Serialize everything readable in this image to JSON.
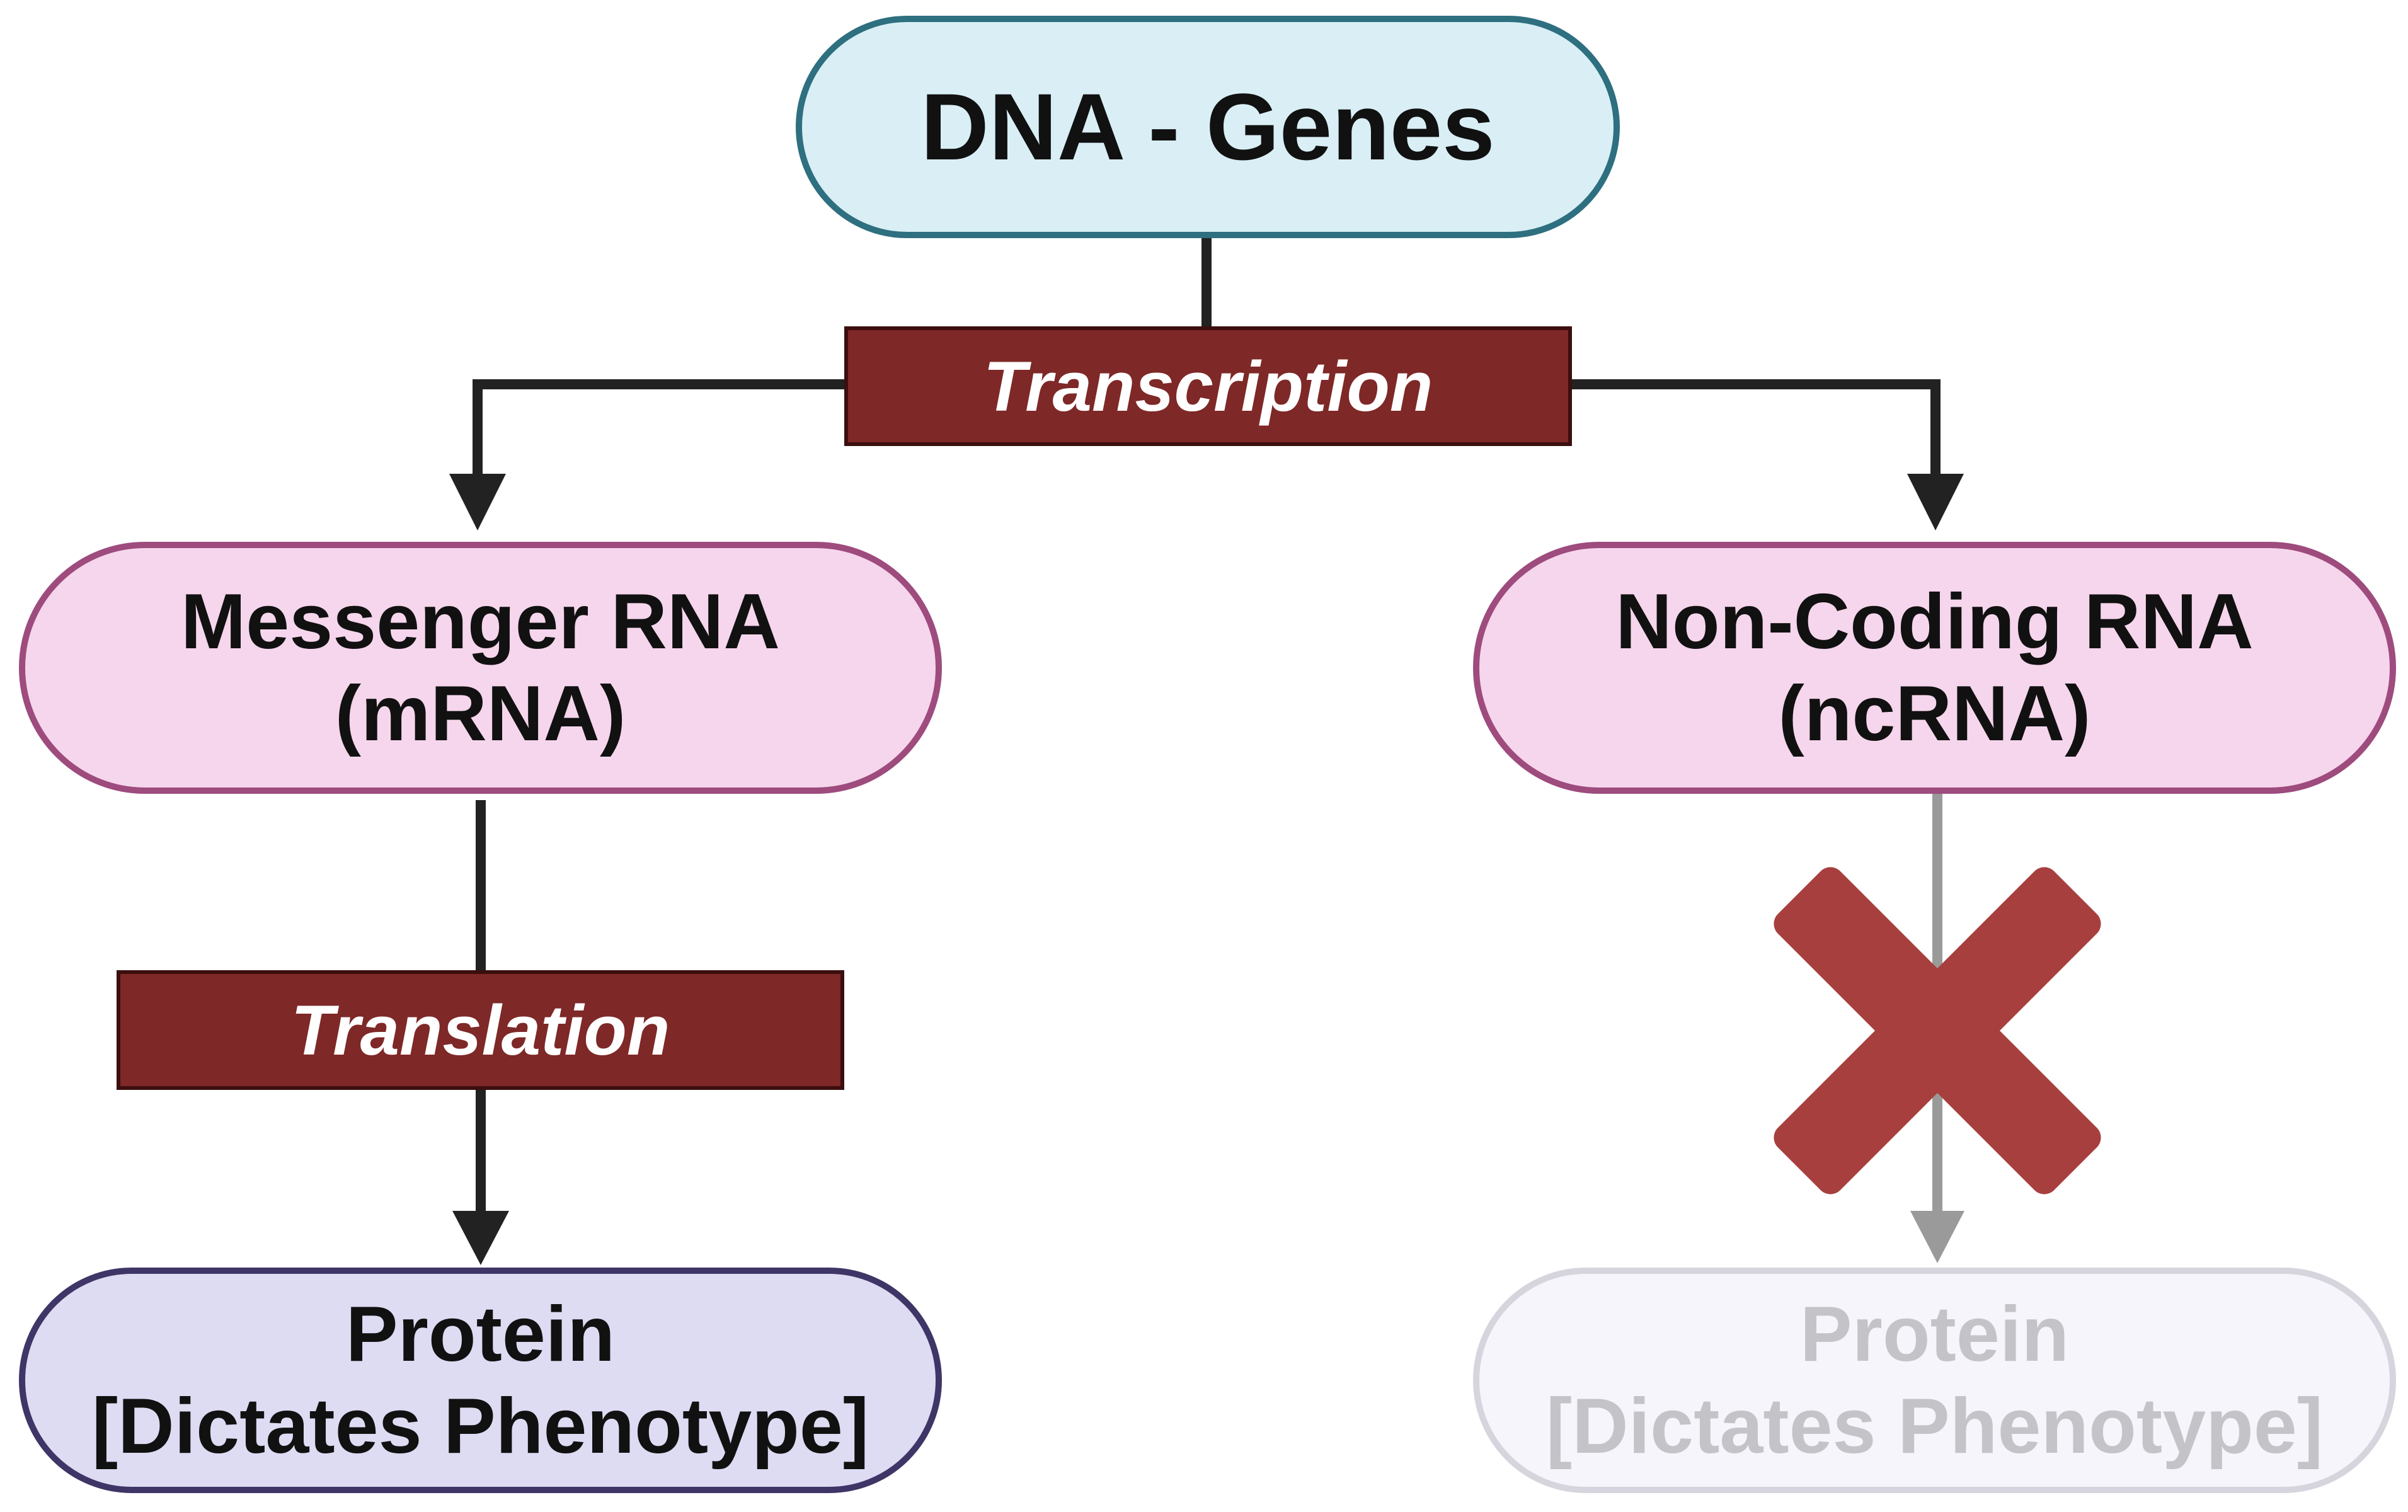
{
  "nodes": {
    "dna": {
      "label": "DNA - Genes"
    },
    "mrna": {
      "line1": "Messenger RNA",
      "line2": "(mRNA)"
    },
    "ncrna": {
      "line1": "Non-Coding RNA",
      "line2": "(ncRNA)"
    },
    "protein": {
      "line1": "Protein",
      "line2": "[Dictates Phenotype]"
    },
    "protein_faded": {
      "line1": "Protein",
      "line2": "[Dictates Phenotype]"
    }
  },
  "processes": {
    "transcription": "Transcription",
    "translation": "Translation"
  },
  "colors": {
    "dna_fill": "#d9eff5",
    "dna_border": "#2e6f80",
    "rna_fill": "#f6d6ec",
    "rna_border": "#9e4b7e",
    "protein_fill": "#dddcf3",
    "protein_border": "#3f3566",
    "process_label_fill": "#7e2827",
    "connector": "#222222",
    "blocked_connector": "#9a9a9a",
    "cross_mark": "#a83f3f"
  },
  "icons": {
    "blocked": "cross-mark-icon"
  }
}
